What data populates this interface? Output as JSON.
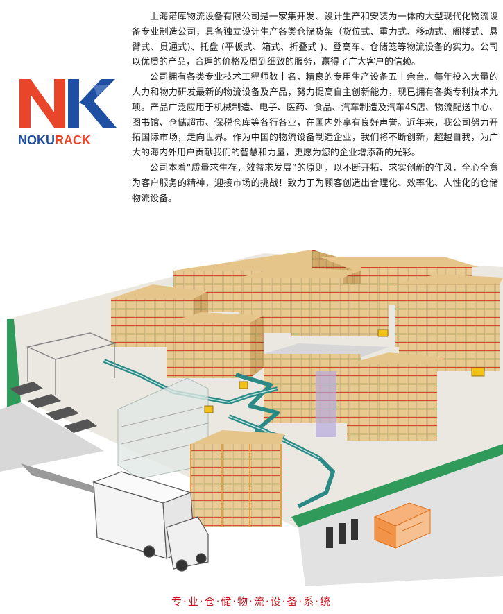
{
  "brand": {
    "logo_letters": "NK",
    "name_part1": "NOKU",
    "name_part2": "RACK",
    "colors": {
      "red": "#e8452a",
      "blue": "#1f4fa3"
    }
  },
  "intro": {
    "paragraphs": [
      "上海诺库物流设备有限公司是一家集开发、设计生产和安装为一体的大型现代化物流设备专业制造公司，具备独立设计生产各类仓储货架（货位式、重力式、移动式、阁楼式、悬臂式、贯通式)、托盘 (平板式、箱式、折叠式 )、登高车、仓储笼等物流设备的实力。公司以优质的产品，合理的价格及周到细致的服务，赢得了广大客户的信赖。",
      "公司拥有各类专业技术工程师数十名，精良的专用生产设备五十余台。每年投入大量的人力和物力研发最新的物流设备及产品，努力提高自主创新能力，现已拥有各类专利技术九项。产品广泛应用于机械制造、电子、医药、食品、汽车制造及汽车4S店、物流配送中心、图书馆、仓储超市、保税仓库等各行各业，在国内外享有良好声誉。近年来，我公司努力开拓国际市场，走向世界。作为中国的物流设备制造企业，我们将不断创新，超越自我，为广大的海内外用户贡献我们的智慧和力量，更愿为您的企业增添新的光彩。",
      "公司本着“质量求生存，效益求发展”的原则，以不断开拓、求实创新的作风，全心全意为客户服务的精神，迎接市场的挑战！致力于为顾客创造出合理化、效率化、人性化的仓储物流设备。"
    ]
  },
  "slogan": "专·业·仓·储·物·流·设·备·系·统"
}
